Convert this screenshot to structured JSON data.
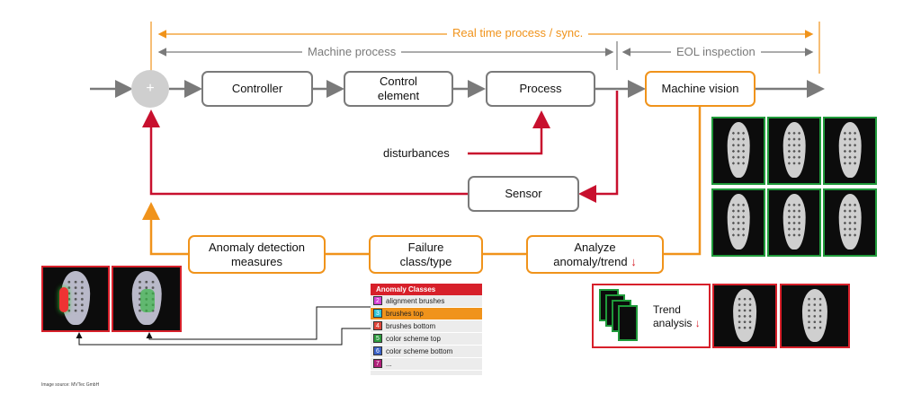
{
  "diagram": {
    "top_labels": {
      "realtime": "Real time process / sync.",
      "machine_process": "Machine process",
      "eol_inspection": "EOL inspection"
    },
    "sum_symbol": "+",
    "boxes": {
      "controller": "Controller",
      "control_element_line1": "Control",
      "control_element_line2": "element",
      "process": "Process",
      "machine_vision": "Machine vision",
      "sensor": "Sensor",
      "anomaly_line1": "Anomaly detection",
      "anomaly_line2": "measures",
      "failure_line1": "Failure",
      "failure_line2": "class/type",
      "analyze_line1": "Analyze",
      "analyze_line2": "anomaly/trend"
    },
    "disturbances": "disturbances",
    "down_arrow": "↓",
    "legend": {
      "header": "Anomaly Classes",
      "items": [
        {
          "num": "2",
          "label": "alignment brushes",
          "color": "#d63fd6"
        },
        {
          "num": "3",
          "label": "brushes top",
          "color": "#2fc6d9",
          "selected": true
        },
        {
          "num": "4",
          "label": "brushes bottom",
          "color": "#e0463a"
        },
        {
          "num": "5",
          "label": "color scheme top",
          "color": "#2b9a3d"
        },
        {
          "num": "6",
          "label": "color scheme bottom",
          "color": "#3a62c8"
        },
        {
          "num": "7",
          "label": "...",
          "color": "#b0207a"
        }
      ]
    },
    "trend": {
      "line1": "Trend",
      "line2": "analysis"
    },
    "source": "Image source: MVTec GmbH",
    "colors": {
      "gray": "#7a7a7a",
      "orange": "#f0931b",
      "red": "#c8102e",
      "green": "#1f9a3a"
    }
  }
}
